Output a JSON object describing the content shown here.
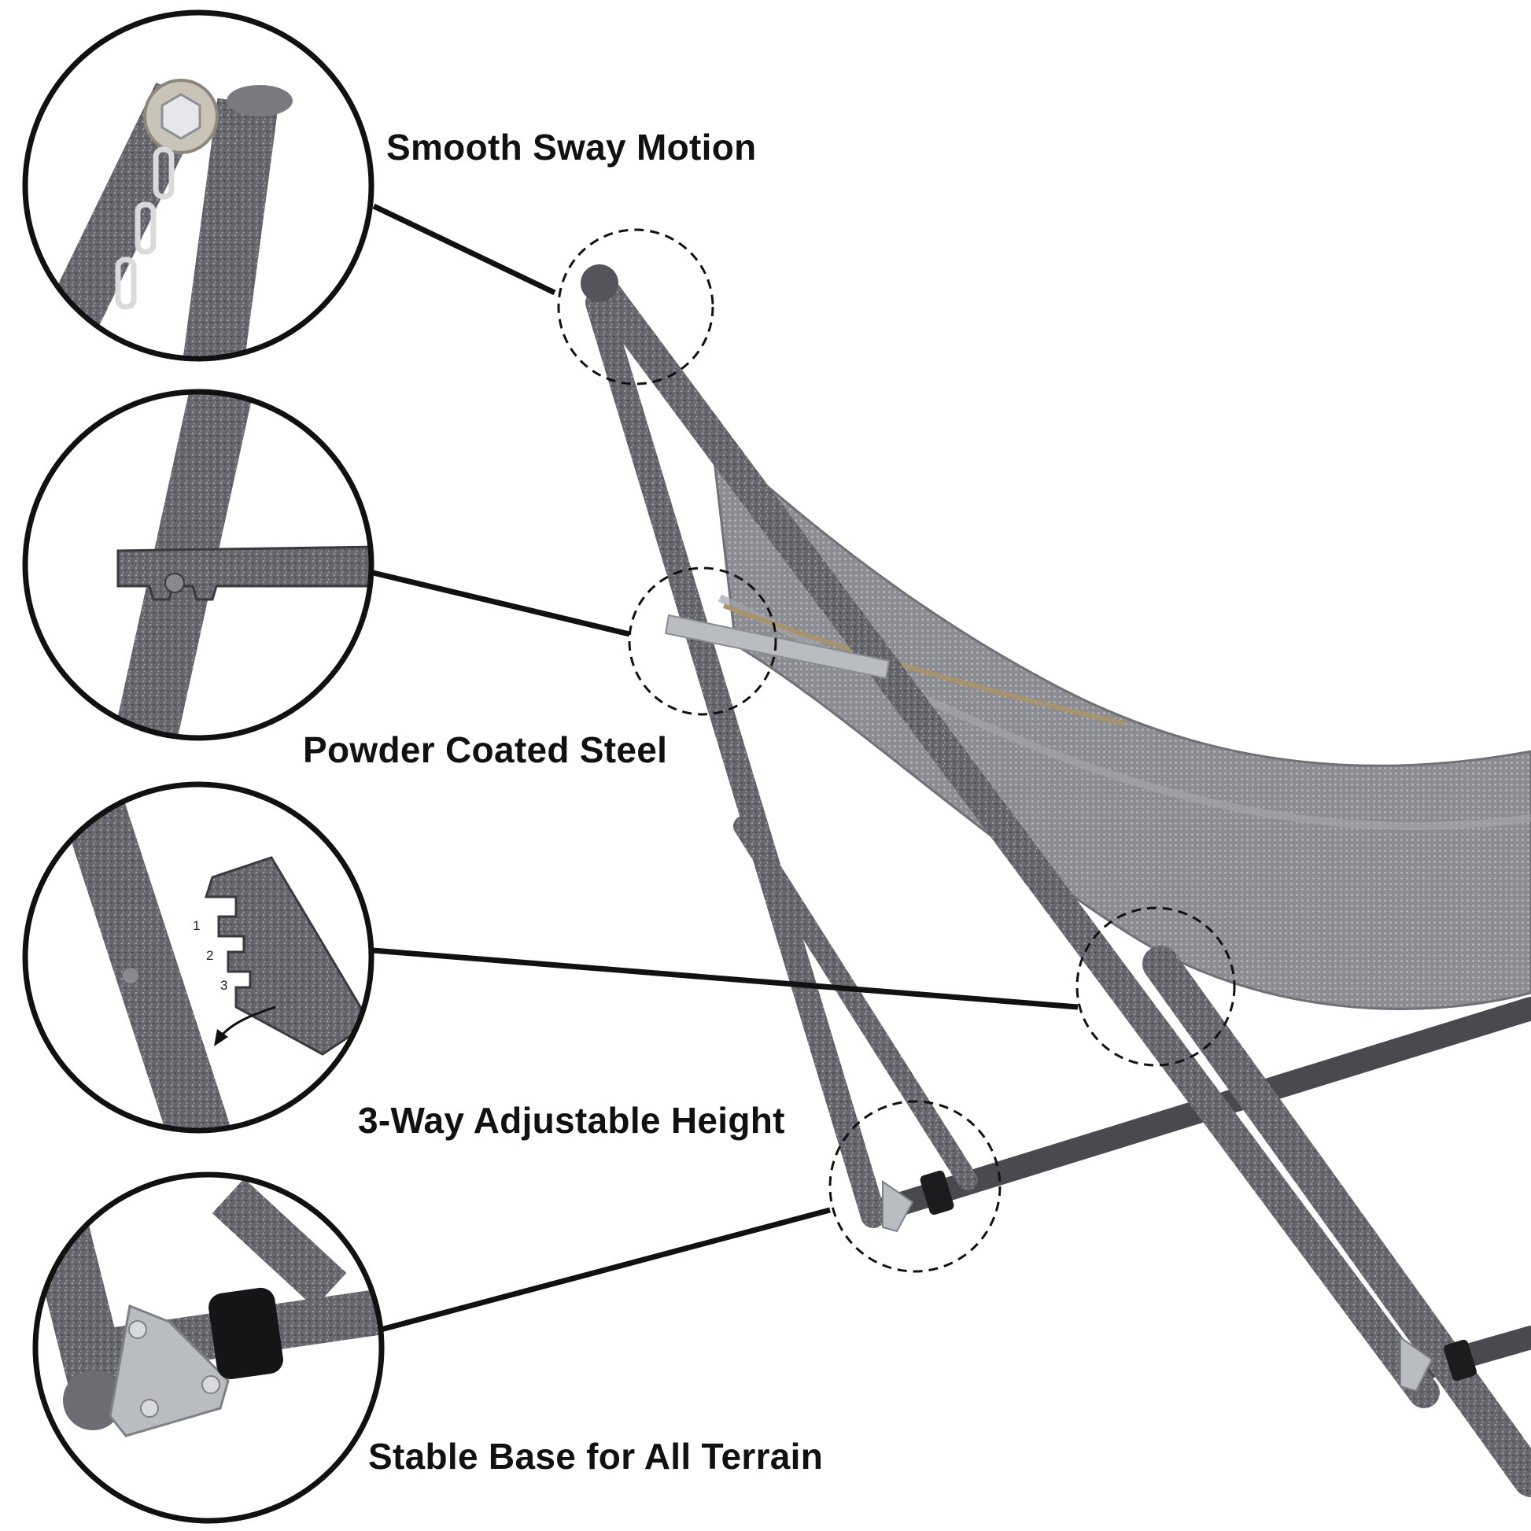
{
  "features": [
    {
      "label": "Smooth Sway Motion"
    },
    {
      "label": "Powder Coated Steel"
    },
    {
      "label": "3-Way Adjustable Height"
    },
    {
      "label": "Stable Base for All Terrain"
    }
  ],
  "height_positions": [
    "1",
    "2",
    "3"
  ],
  "colors": {
    "frame": "#5e5d63",
    "frame_dark": "#3f3e43",
    "mesh": "#8e9096",
    "outline": "#111111",
    "text": "#111111",
    "plate": "#b9bcc1"
  }
}
